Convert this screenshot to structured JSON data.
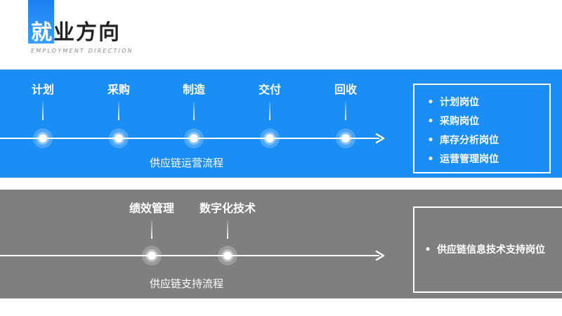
{
  "header": {
    "title_first": "就",
    "title_rest": "业方向",
    "subtitle": "EMPLOYMENT DIRECTION"
  },
  "supply_chain": {
    "steps": [
      "计划",
      "采购",
      "制造",
      "交付",
      "回收"
    ],
    "caption": "供应链运营流程",
    "positions": [
      "计划岗位",
      "采购岗位",
      "库存分析岗位",
      "运营管理岗位"
    ]
  },
  "support": {
    "steps": [
      "绩效管理",
      "数字化技术"
    ],
    "caption": "供应链支持流程",
    "positions": [
      "供应链信息技术支持岗位"
    ]
  },
  "bullet": "•",
  "colors": {
    "accent_blue": "#1a8ef5",
    "gray_band": "#7f7f7f",
    "title_accent": "#1a7ff0"
  }
}
